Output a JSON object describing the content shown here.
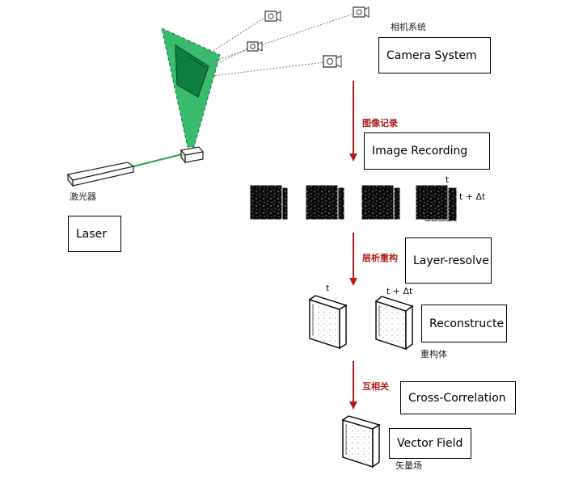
{
  "labels": {
    "camera_system_cn": "相机系统",
    "laser_cn": "激光器",
    "image_recording_cn": "图像记录",
    "layer_resolve_cn": "层析重构",
    "reconstructed_cn": "重构体",
    "cross_correlation_cn": "互相关",
    "vector_field_cn": "矢量场"
  },
  "boxes": {
    "camera_system": "Camera System",
    "image_recording": "Image Recording",
    "laser": "Laser",
    "layer_resolve": "Layer-resolve",
    "reconstructe": "Reconstructe",
    "cross_correlation": "Cross-Correlation",
    "vector_field": "Vector Field"
  },
  "time_labels": {
    "t": "t",
    "t_dt": "t + Δt"
  },
  "colors": {
    "light_sheet": "#1fb35a",
    "laser_beam": "#22aa44",
    "arrow": "#b01c1c",
    "step_text": "#b01c1c",
    "outline": "#000000"
  },
  "icons": [
    "camera-icon",
    "laser-device-icon",
    "particle-image-icon",
    "volume-block-icon"
  ]
}
